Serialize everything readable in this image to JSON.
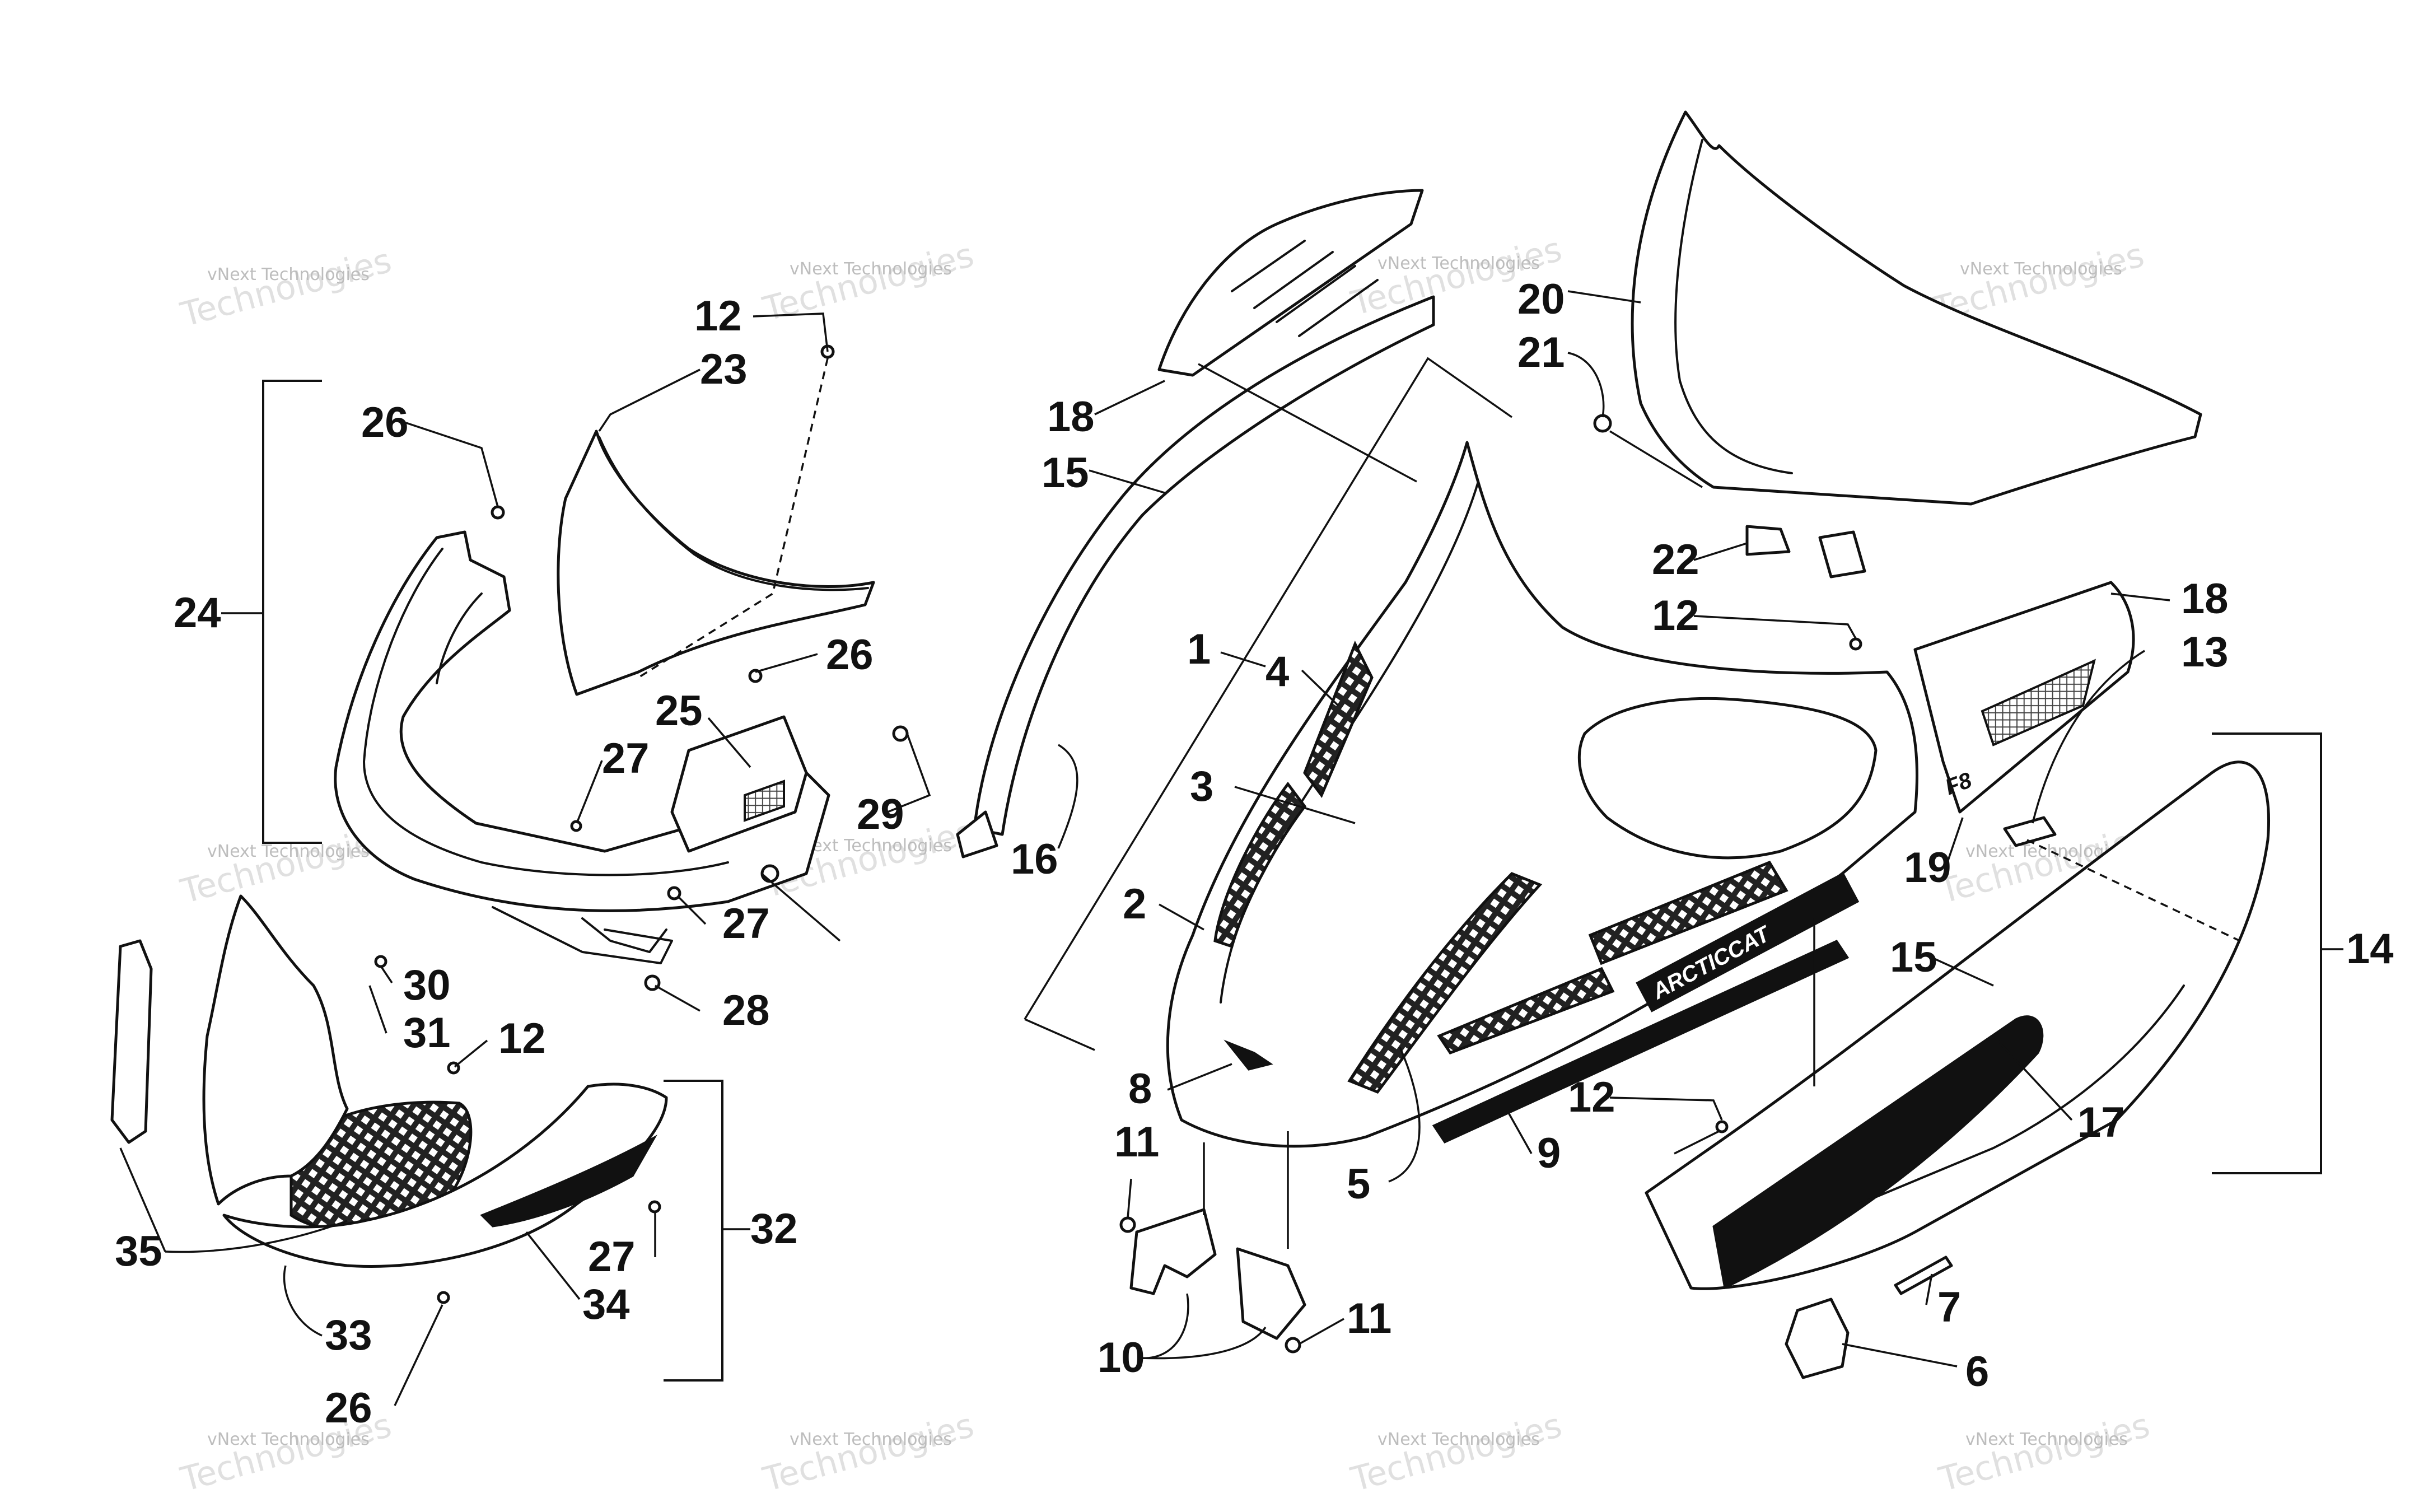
{
  "callouts": {
    "c1": "1",
    "c2": "2",
    "c3": "3",
    "c4": "4",
    "c5": "5",
    "c6": "6",
    "c7": "7",
    "c8": "8",
    "c9": "9",
    "c10": "10",
    "c11a": "11",
    "c11b": "11",
    "c12a": "12",
    "c12b": "12",
    "c12c": "12",
    "c12d": "12",
    "c13": "13",
    "c14": "14",
    "c15a": "15",
    "c15b": "15",
    "c16": "16",
    "c17": "17",
    "c18a": "18",
    "c18b": "18",
    "c19": "19",
    "c20": "20",
    "c21": "21",
    "c22": "22",
    "c23": "23",
    "c24": "24",
    "c25": "25",
    "c26a": "26",
    "c26b": "26",
    "c26c": "26",
    "c27a": "27",
    "c27b": "27",
    "c27c": "27",
    "c28": "28",
    "c29": "29",
    "c30": "30",
    "c31": "31",
    "c32": "32",
    "c33": "33",
    "c34": "34",
    "c35": "35"
  },
  "decal_text": "ARCTICCAT",
  "panel_mark": "F8",
  "watermark": {
    "line1": "vNext Technologies",
    "line2a": "vNext",
    "line2b": "Technologies"
  },
  "colors": {
    "ink": "#111111",
    "background": "#ffffff",
    "watermark": "#bbbbbb"
  }
}
